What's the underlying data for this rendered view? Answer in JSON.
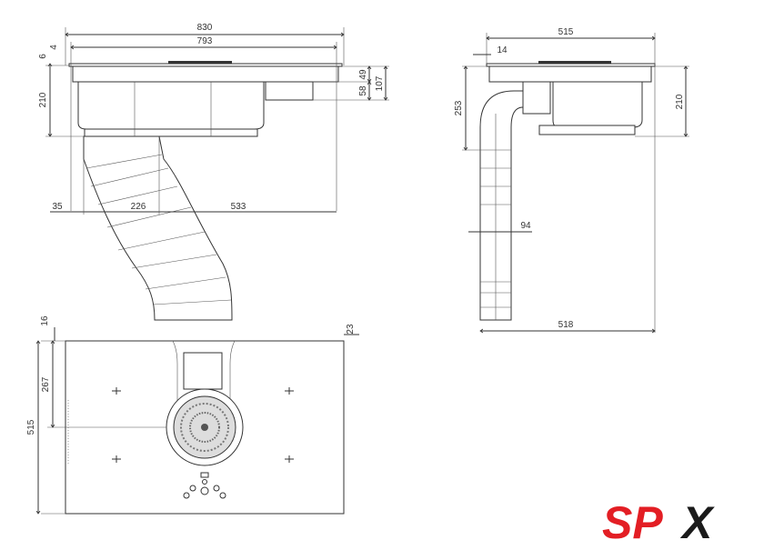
{
  "drawing": {
    "front_view": {
      "overall_width": "830",
      "glass_width": "793",
      "glass_edge": "6",
      "frame_edge": "4",
      "total_height": "210",
      "upper_height": "49",
      "box_height": "58",
      "box_total": "107",
      "offset_left": "35",
      "duct_width": "226",
      "offset_right": "533"
    },
    "side_view": {
      "overall_depth": "515",
      "edge": "14",
      "duct_height": "253",
      "total_height": "210",
      "duct_diameter": "94",
      "total_depth": "518"
    },
    "top_view": {
      "top_margin": "16",
      "right_margin": "23",
      "fan_center": "267",
      "depth": "515"
    }
  },
  "logo": {
    "text_a": "SP",
    "text_b": "X",
    "color_a": "#e31e24",
    "color_b": "#1a1a1a"
  }
}
